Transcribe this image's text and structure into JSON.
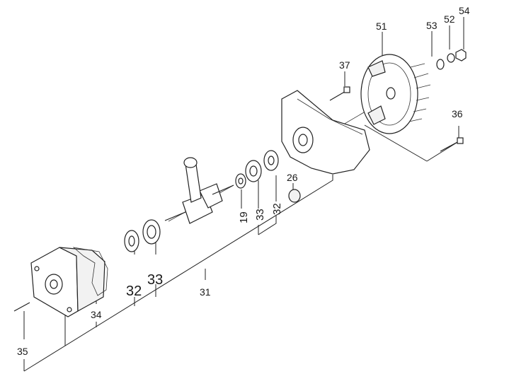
{
  "callouts": {
    "c54": "54",
    "c52": "52",
    "c53": "53",
    "c51": "51",
    "c37": "37",
    "c36": "36",
    "c26": "26",
    "c19": "19",
    "c33a": "33",
    "c32a": "32",
    "c32b": "32",
    "c33b": "33",
    "c31": "31",
    "c34": "34",
    "c35": "35"
  }
}
